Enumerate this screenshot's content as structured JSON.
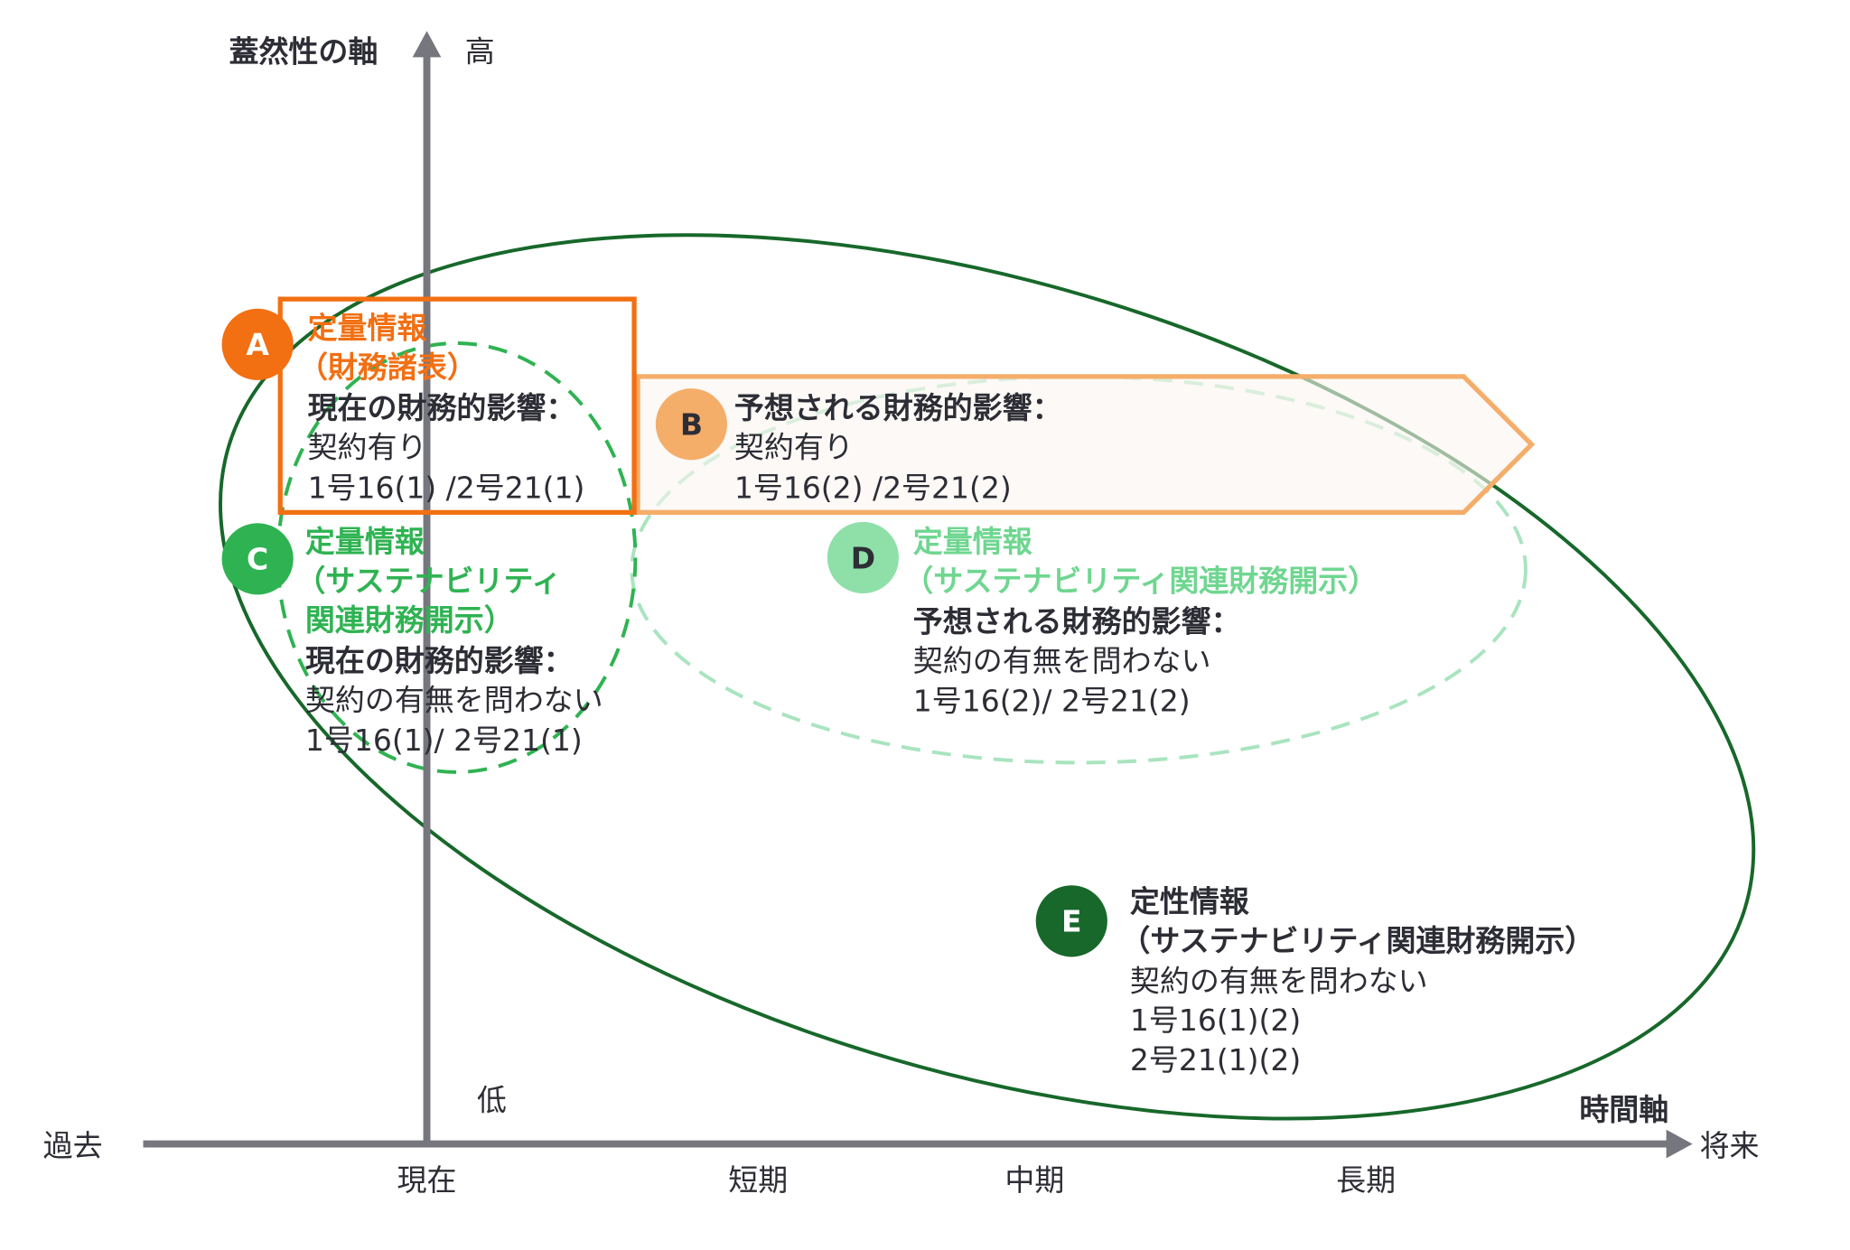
{
  "axes": {
    "y_title": "蓋然性の軸",
    "y_high": "高",
    "y_low": "低",
    "x_title": "時間軸",
    "x_past": "過去",
    "x_future": "将来",
    "ticks": [
      "現在",
      "短期",
      "中期",
      "長期"
    ]
  },
  "colors": {
    "A": "#f26f12",
    "B": "#f5ad6a",
    "C": "#2fb352",
    "D": "#8fe0a8",
    "E": "#17682a",
    "axis": "#76767f"
  },
  "items": {
    "A": {
      "badge": "A",
      "title1": "定量情報",
      "title2": "（財務諸表）",
      "heading": "現在の財務的影響：",
      "line1": "契約有り",
      "line2": "1号16(1) /2号21(1)"
    },
    "B": {
      "badge": "B",
      "heading": "予想される財務的影響：",
      "line1": "契約有り",
      "line2": "1号16(2) /2号21(2)"
    },
    "C": {
      "badge": "C",
      "title1": "定量情報",
      "title2": "（サステナビリティ",
      "title3": "関連財務開示）",
      "heading": "現在の財務的影響：",
      "line1": "契約の有無を問わない",
      "line2": "1号16(1)/ 2号21(1)"
    },
    "D": {
      "badge": "D",
      "title1": "定量情報",
      "title2": "（サステナビリティ関連財務開示）",
      "heading": "予想される財務的影響：",
      "line1": "契約の有無を問わない",
      "line2": "1号16(2)/ 2号21(2)"
    },
    "E": {
      "badge": "E",
      "title1": "定性情報",
      "title2": "（サステナビリティ関連財務開示）",
      "line1": "契約の有無を問わない",
      "line2": "1号16(1)(2)",
      "line3": "2号21(1)(2)"
    }
  }
}
